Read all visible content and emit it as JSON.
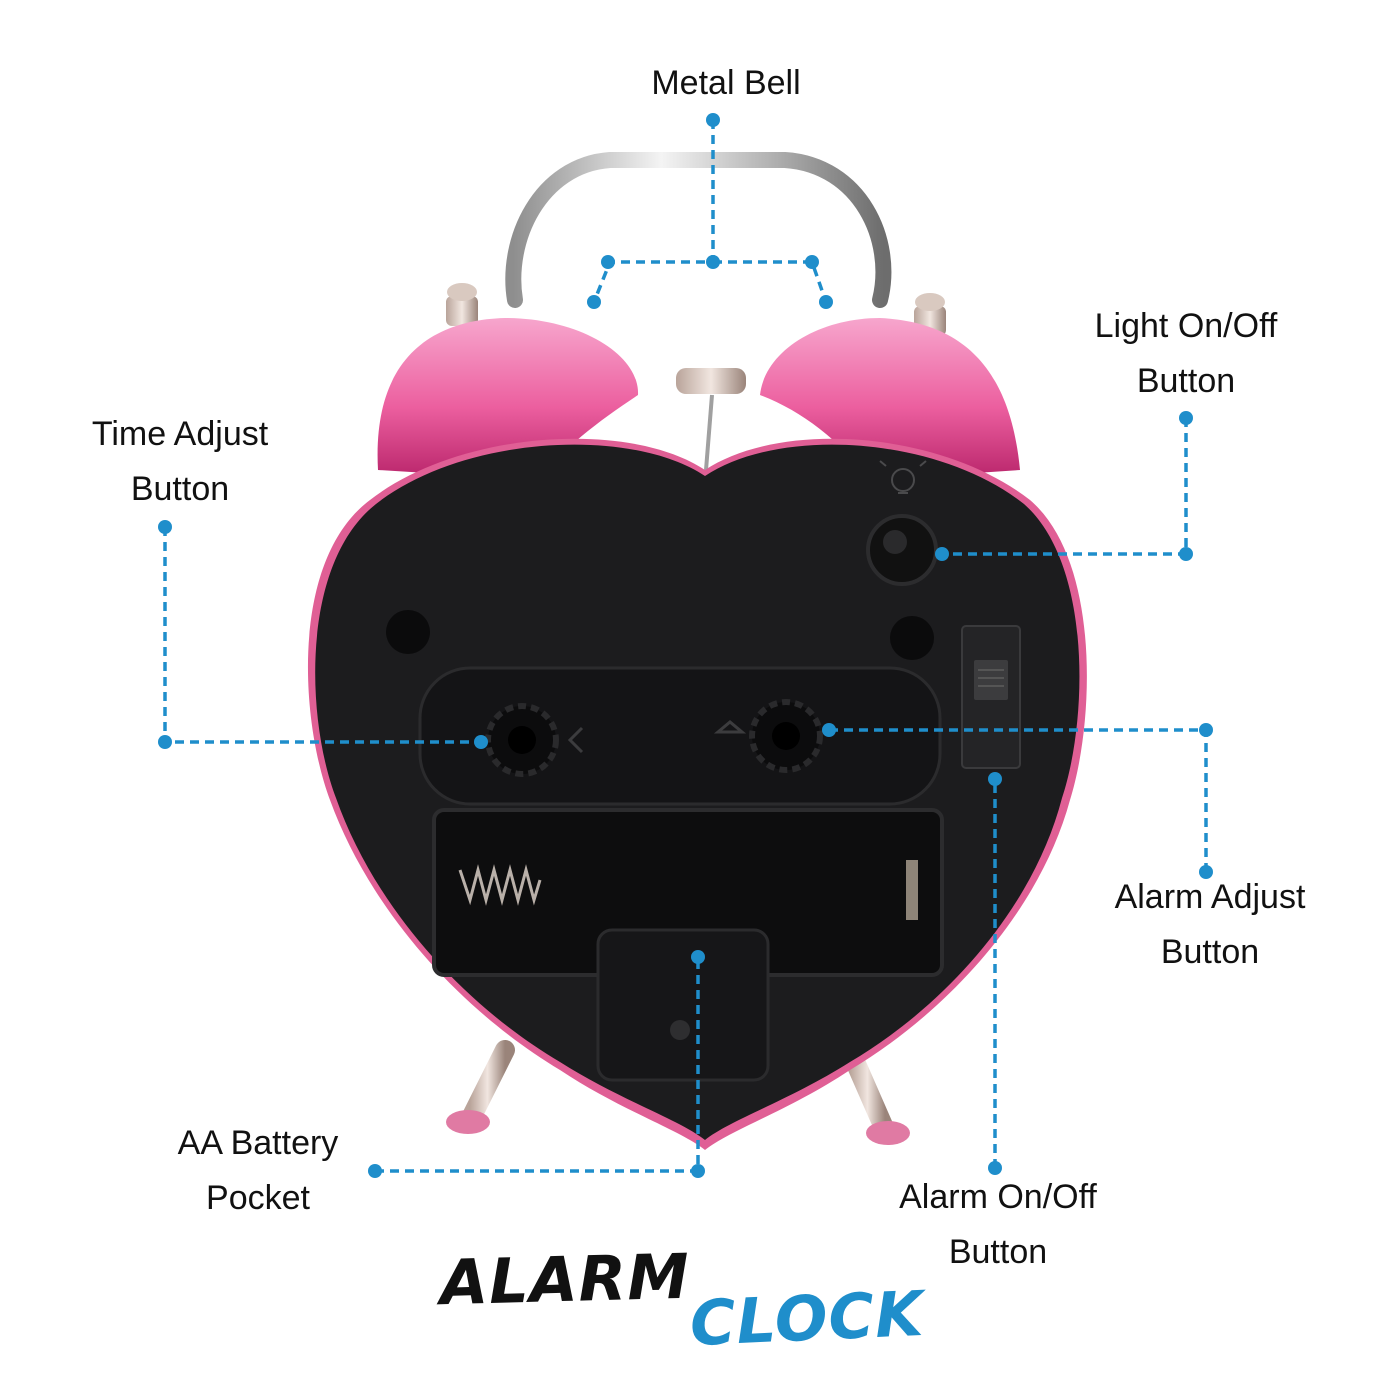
{
  "labels": {
    "metal_bell": "Metal Bell",
    "light_button": [
      "Light On/Off",
      "Button"
    ],
    "time_adjust": [
      "Time Adjust",
      "Button"
    ],
    "alarm_adjust": [
      "Alarm Adjust",
      "Button"
    ],
    "battery_pocket": [
      "AA Battery",
      "Pocket"
    ],
    "alarm_switch": [
      "Alarm On/Off",
      "Button"
    ]
  },
  "title": {
    "word1": "ALARM",
    "word2": "CLOCK"
  },
  "colors": {
    "callout": "#1f8ecb",
    "bell_pink": "#f06aa9",
    "body_black": "#1c1c1e",
    "title_black": "#111111",
    "title_blue": "#1f8ecb"
  }
}
